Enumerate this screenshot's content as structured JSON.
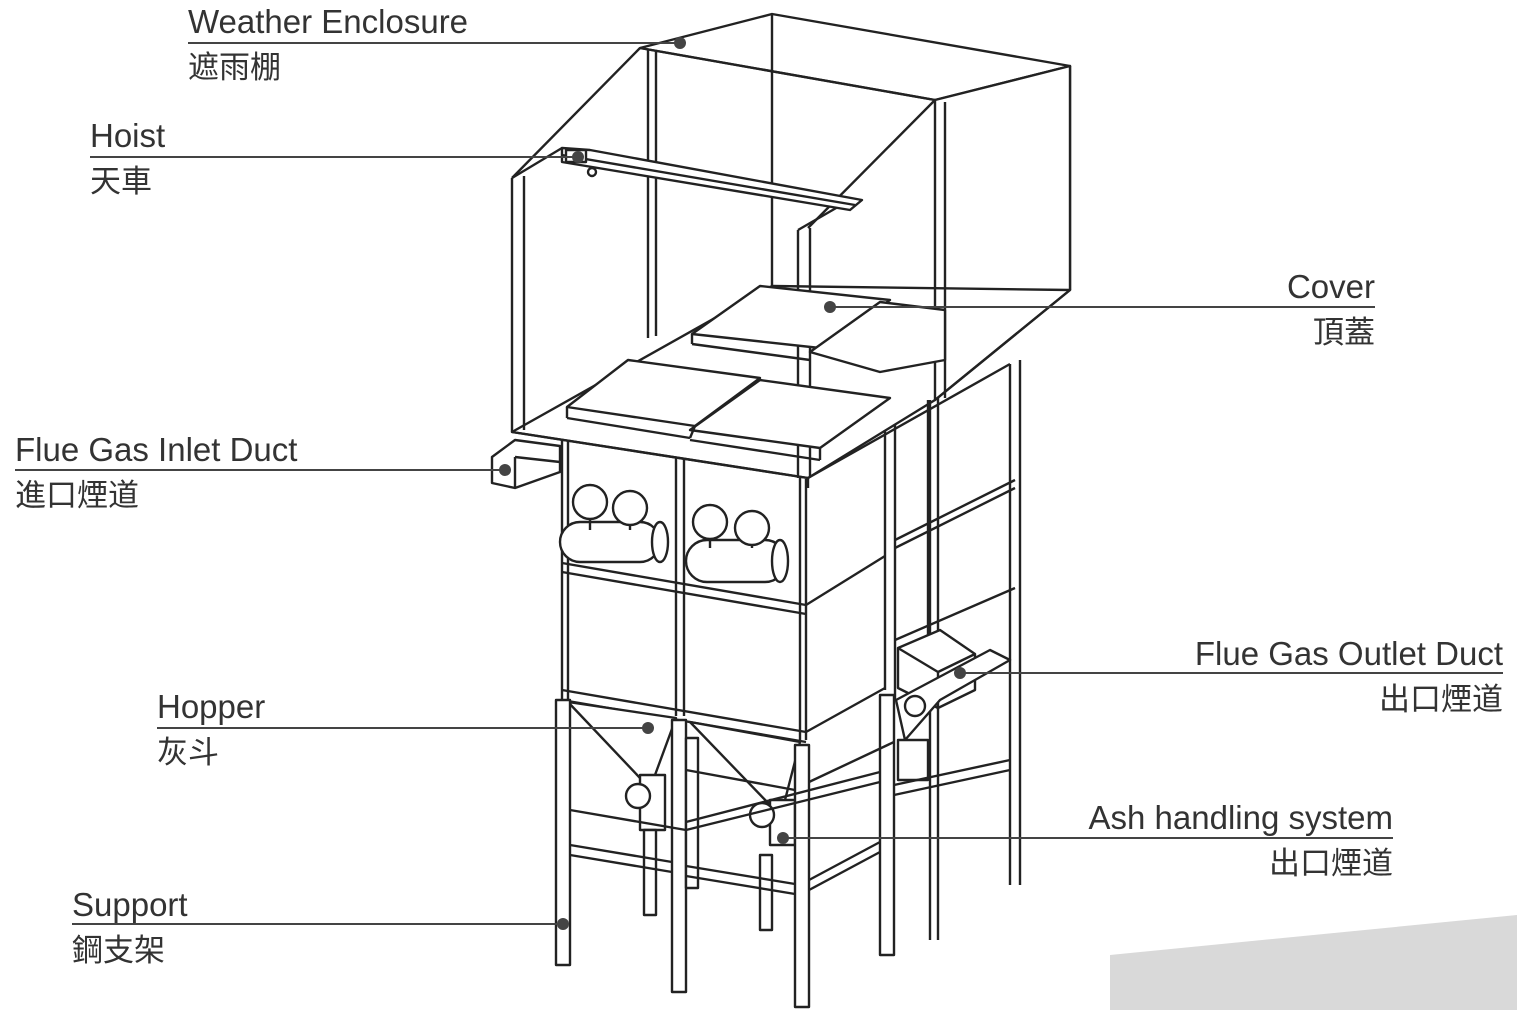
{
  "labels": {
    "weather_enclosure": {
      "en": "Weather Enclosure",
      "zh": "遮雨棚"
    },
    "hoist": {
      "en": "Hoist",
      "zh": "天車"
    },
    "cover": {
      "en": "Cover",
      "zh": "頂蓋"
    },
    "inlet_duct": {
      "en": "Flue Gas Inlet Duct",
      "zh": "進口煙道"
    },
    "outlet_duct": {
      "en": "Flue Gas Outlet Duct",
      "zh": "出口煙道"
    },
    "hopper": {
      "en": "Hopper",
      "zh": "灰斗"
    },
    "ash_handling": {
      "en": "Ash handling system",
      "zh": "出口煙道"
    },
    "support": {
      "en": "Support",
      "zh": "鋼支架"
    }
  },
  "colors": {
    "line": "#222222",
    "leader": "#444444",
    "text": "#333333",
    "corner_shade": "#d8d8d8"
  }
}
